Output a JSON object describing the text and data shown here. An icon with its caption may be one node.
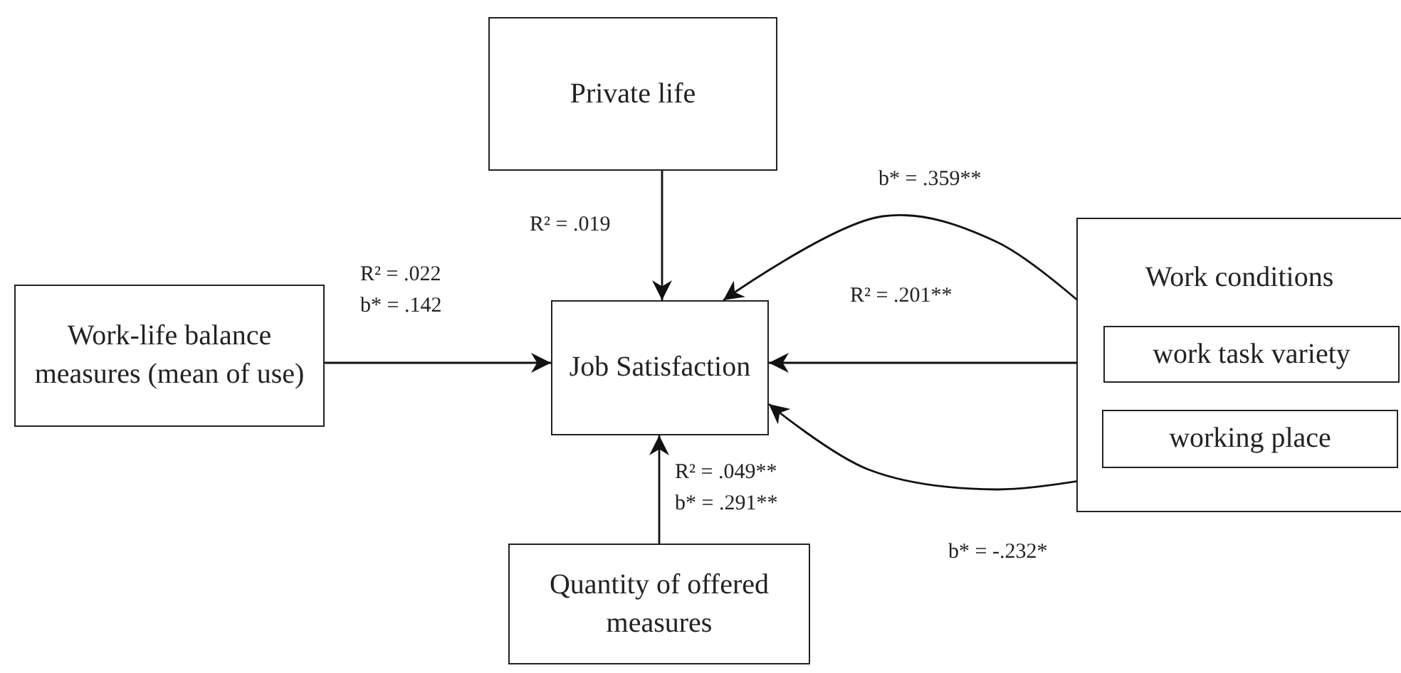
{
  "diagram": {
    "nodes": [
      {
        "text": [
          "Private life"
        ]
      },
      {
        "text": [
          "Work-life balance measures (mean of use)"
        ]
      },
      {
        "text": [
          "Job Satisfaction"
        ]
      },
      {
        "text": [
          "Work conditions"
        ]
      },
      {
        "text": [
          "work task variety"
        ],
        "in": 3
      },
      {
        "text": [
          "working place"
        ],
        "in": 3
      },
      {
        "text": [
          "Quantity of offered measures"
        ]
      }
    ],
    "edges": [
      {
        "from": 0,
        "to": 2,
        "arrow": "to",
        "label": "R² = .019"
      },
      {
        "from": 1,
        "to": 2,
        "arrow": "to",
        "label": "R² = .022 b* = .142"
      },
      {
        "from": 4,
        "to": 2,
        "arrow": "to",
        "label": "b* = .359**"
      },
      {
        "from": 3,
        "to": 2,
        "arrow": "to",
        "label": "R² = .201**"
      },
      {
        "from": 5,
        "to": 2,
        "arrow": "to",
        "label": "b* = -.232*"
      },
      {
        "from": 6,
        "to": 2,
        "arrow": "to",
        "label": "R² = .049** b* = .291**"
      }
    ]
  }
}
